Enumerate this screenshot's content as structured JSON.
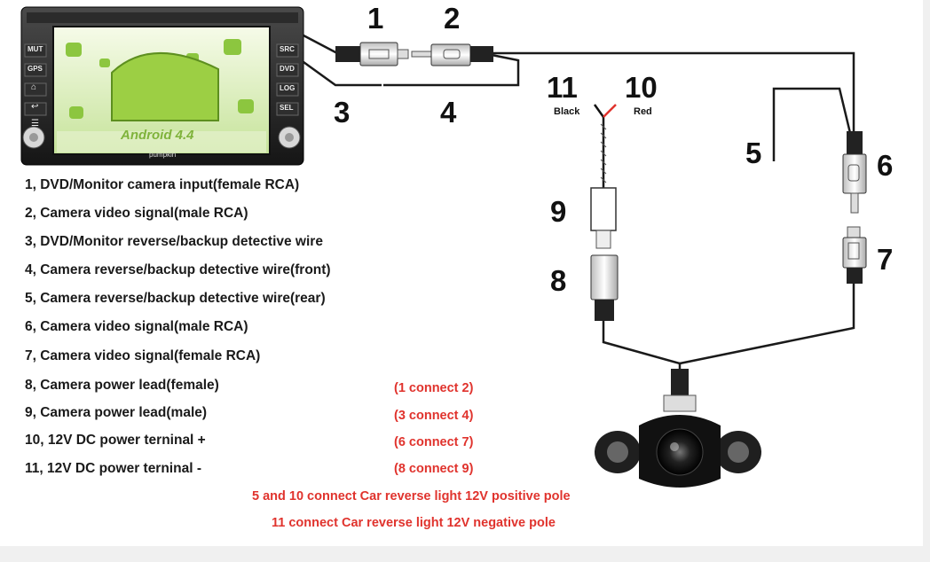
{
  "screen": {
    "text": "Android 4.4",
    "brand": "pumpkin"
  },
  "head_buttons": [
    "MUT",
    "GPS",
    "⌂",
    "↩",
    "☰"
  ],
  "side_buttons": [
    "SRC",
    "DVD",
    "LOG",
    "SEL"
  ],
  "labels": {
    "n1": "1",
    "n2": "2",
    "n3": "3",
    "n4": "4",
    "n5": "5",
    "n6": "6",
    "n7": "7",
    "n8": "8",
    "n9": "9",
    "n10": "10",
    "n11": "11",
    "black": "Black",
    "red": "Red"
  },
  "legend": [
    "1, DVD/Monitor camera input(female RCA)",
    "2, Camera video signal(male RCA)",
    "3, DVD/Monitor reverse/backup detective wire",
    "4, Camera reverse/backup detective wire(front)",
    "5, Camera reverse/backup detective wire(rear)",
    "6, Camera video signal(male RCA)",
    "7, Camera video signal(female RCA)",
    "8, Camera power lead(female)",
    "9, Camera power lead(male)",
    "10, 12V DC power terninal +",
    "11, 12V DC power terninal -"
  ],
  "connections": [
    "(1 connect 2)",
    "(3 connect 4)",
    "(6 connect 7)",
    "(8 connect 9)"
  ],
  "notes": [
    "5 and 10 connect Car reverse light 12V positive pole",
    "11 connect Car reverse light 12V negative pole"
  ],
  "colors": {
    "accent_red": "#e0332d",
    "screen_green": "#8cc63f",
    "wire": "#1a1a1a"
  }
}
